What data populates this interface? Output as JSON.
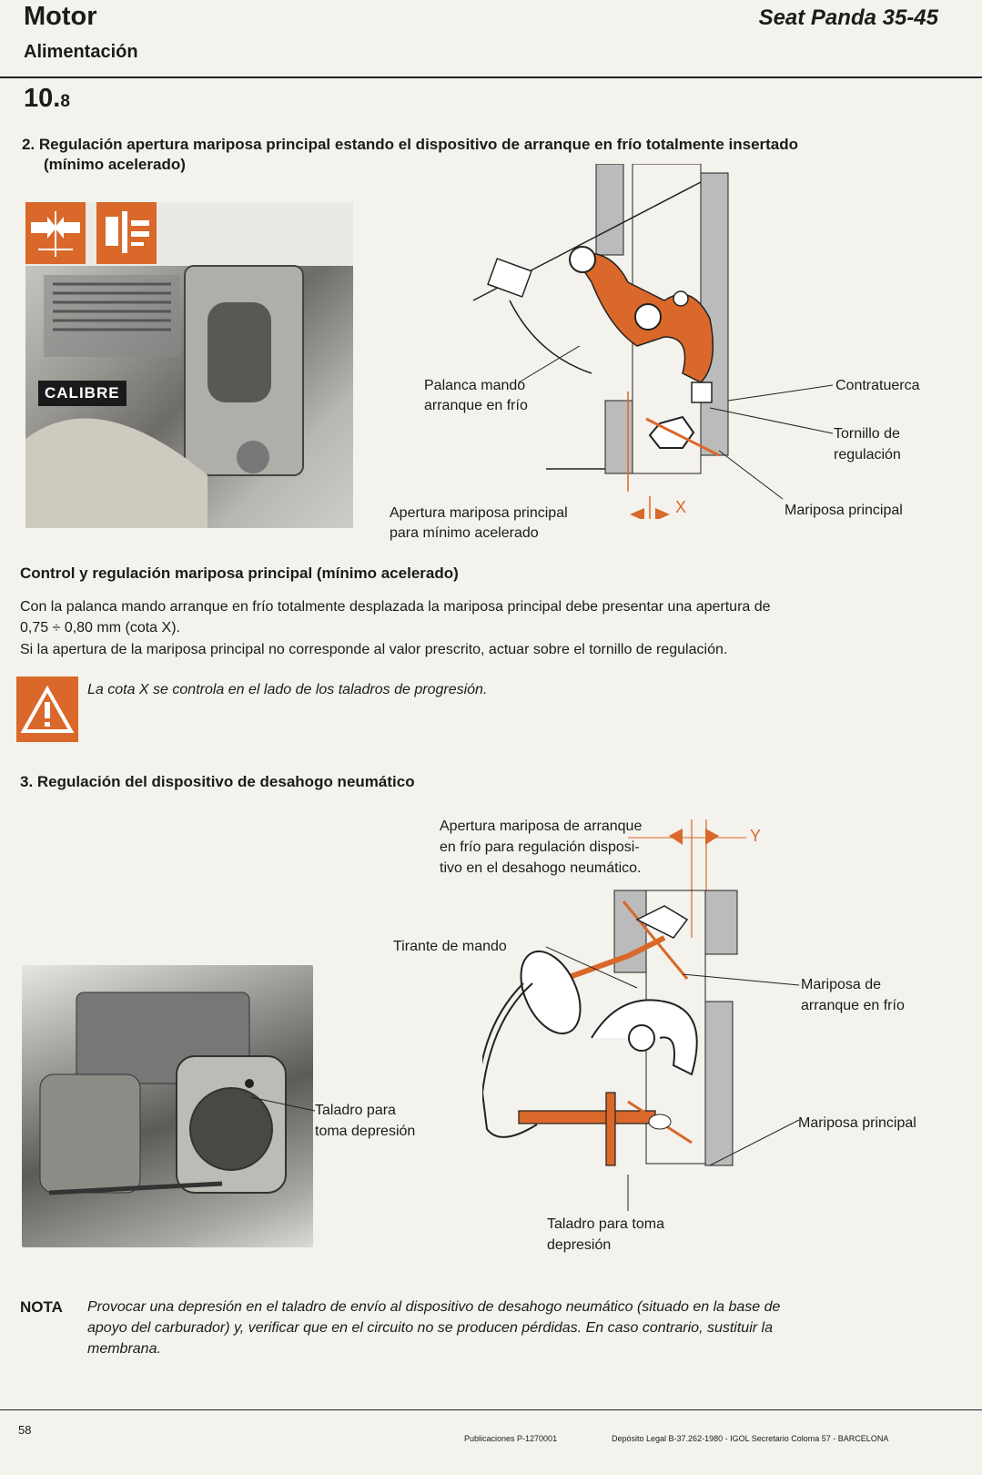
{
  "header": {
    "title": "Motor",
    "subtitle": "Alimentación",
    "model": "Seat Panda 35-45",
    "section_main": "10.",
    "section_sub": "8"
  },
  "section2": {
    "heading_line1": "2.  Regulación apertura mariposa principal estando el dispositivo de arranque en frío totalmente insertado",
    "heading_line2": "(mínimo acelerado)",
    "photo_label": "CALIBRE",
    "labels": {
      "palanca_1": "Palanca mando",
      "palanca_2": "arranque en frío",
      "contratuerca": "Contratuerca",
      "tornillo_1": "Tornillo de",
      "tornillo_2": "regulación",
      "mariposa": "Mariposa principal",
      "apertura_1": "Apertura mariposa principal",
      "apertura_2": "para mínimo acelerado",
      "cota": "X"
    }
  },
  "control": {
    "heading": "Control y regulación mariposa principal (mínimo acelerado)",
    "p1": "Con la palanca mando arranque en frío totalmente desplazada la mariposa principal debe presentar una apertura de",
    "p2": "0,75 ÷ 0,80 mm (cota X).",
    "p3": "Si la apertura de la mariposa principal no corresponde al valor prescrito, actuar sobre el tornillo de regulación.",
    "warning": "La cota X se controla en el lado de los taladros de progresión."
  },
  "section3": {
    "heading": "3.  Regulación del dispositivo de desahogo neumático",
    "labels": {
      "apertura_1": "Apertura mariposa de arranque",
      "apertura_2": "en frío para regulación disposi-",
      "apertura_3": "tivo en el desahogo neumático.",
      "cota": "Y",
      "tirante": "Tirante de mando",
      "mariposa_arr_1": "Mariposa de",
      "mariposa_arr_2": "arranque en frío",
      "mariposa_pri": "Mariposa principal",
      "taladro_photo_1": "Taladro para",
      "taladro_photo_2": "toma depresión",
      "taladro_diag_1": "Taladro para toma",
      "taladro_diag_2": "depresión"
    }
  },
  "nota": {
    "label": "NOTA",
    "line1": "Provocar una depresión en el taladro de envío al dispositivo de desahogo neumático (situado en la base de",
    "line2": "apoyo del carburador) y, verificar que en el circuito no se producen pérdidas. En caso contrario, sustituir la",
    "line3": "membrana."
  },
  "footer": {
    "page": "58",
    "pub": "Publicaciones P-1270001",
    "deposito": "Depósito Legal B-37.262-1980 - IGOL  Secretario Coloma  57 - BARCELONA"
  },
  "colors": {
    "accent": "#d9682a",
    "ink": "#1b1b1b",
    "paper": "#f4f2ec"
  }
}
